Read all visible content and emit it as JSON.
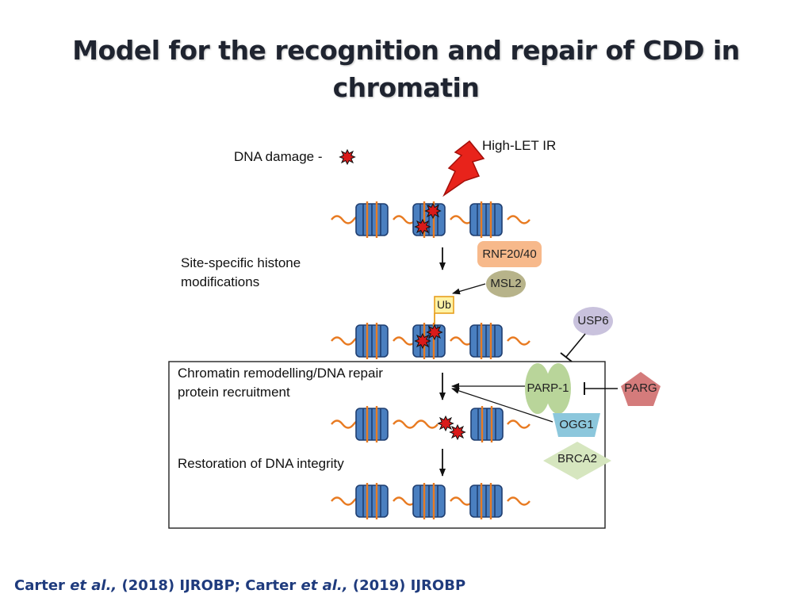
{
  "title": "Model for the recognition and repair of CDD in chromatin",
  "labels": {
    "dna_damage": "DNA damage -",
    "high_let_ir": "High-LET IR",
    "site_specific": "Site-specific histone modifications",
    "chromatin_remodelling": "Chromatin remodelling/DNA repair protein recruitment",
    "restoration": "Restoration of DNA integrity"
  },
  "proteins": {
    "rnf20_40": "RNF20/40",
    "msl2": "MSL2",
    "ub": "Ub",
    "usp6": "USP6",
    "parp1": "PARP-1",
    "parg": "PARG",
    "ogg1": "OGG1",
    "brca2": "BRCA2"
  },
  "citation": {
    "part1": "Carter ",
    "etal1": "et al.,",
    "part2": " (2018) IJROBP; Carter ",
    "etal2": "et al.,",
    "part3": " (2019) IJROBP"
  },
  "colors": {
    "dna": "#e87b22",
    "nucleosome": "#4a7fc0",
    "damage": "#d91a1a",
    "lightning": "#e8231b",
    "rnf": "#f7b98b",
    "msl2": "#b7b38a",
    "ub": "#fff3a6",
    "usp6": "#c9c2dd",
    "parp1": "#b9d59a",
    "parg": "#d47b7b",
    "ogg1": "#8cc7dc",
    "brca2": "#d6e6bf"
  }
}
